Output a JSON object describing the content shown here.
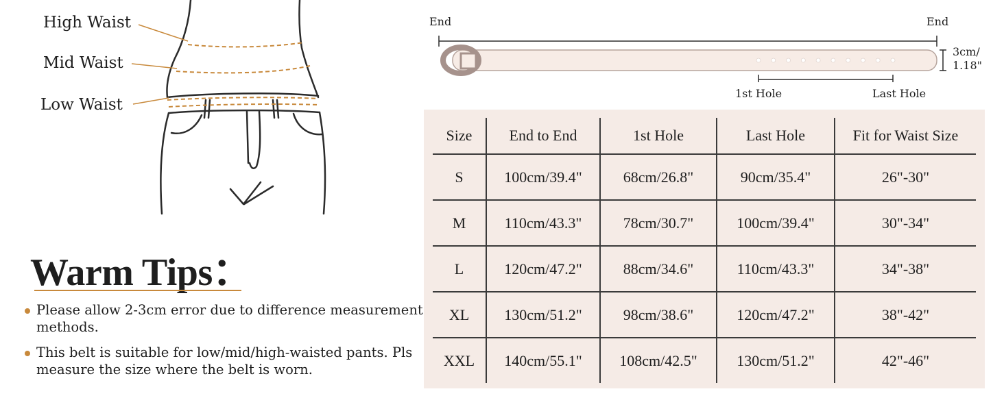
{
  "waist_labels": {
    "high": "High Waist",
    "mid": "Mid Waist",
    "low": "Low Waist"
  },
  "tips": {
    "title": "Warm Tips：",
    "items": [
      "Please allow 2-3cm error due to difference measurement methods.",
      "This belt is suitable for low/mid/high-waisted pants. Pls measure the size where the belt is worn."
    ]
  },
  "belt": {
    "end_left": "End",
    "end_right": "End",
    "width_line1": "3cm/",
    "width_line2": "1.18\"",
    "first_hole": "1st Hole",
    "last_hole": "Last Hole",
    "hole_count": 10
  },
  "size_table": {
    "headers": [
      "Size",
      "End to End",
      "1st Hole",
      "Last Hole",
      "Fit for Waist Size"
    ],
    "rows": [
      [
        "S",
        "100cm/39.4\"",
        "68cm/26.8\"",
        "90cm/35.4\"",
        "26\"-30\""
      ],
      [
        "M",
        "110cm/43.3\"",
        "78cm/30.7\"",
        "100cm/39.4\"",
        "30\"-34\""
      ],
      [
        "L",
        "120cm/47.2\"",
        "88cm/34.6\"",
        "110cm/43.3\"",
        "34\"-38\""
      ],
      [
        "XL",
        "130cm/51.2\"",
        "98cm/38.6\"",
        "120cm/47.2\"",
        "38\"-42\""
      ],
      [
        "XXL",
        "140cm/55.1\"",
        "108cm/42.5\"",
        "130cm/51.2\"",
        "42\"-46\""
      ]
    ]
  },
  "colors": {
    "accent": "#c8893b",
    "panel_bg": "#f5ebe6",
    "belt_fill": "#f7ece6",
    "buckle": "#a6928c",
    "grid": "#3a3a3a"
  }
}
